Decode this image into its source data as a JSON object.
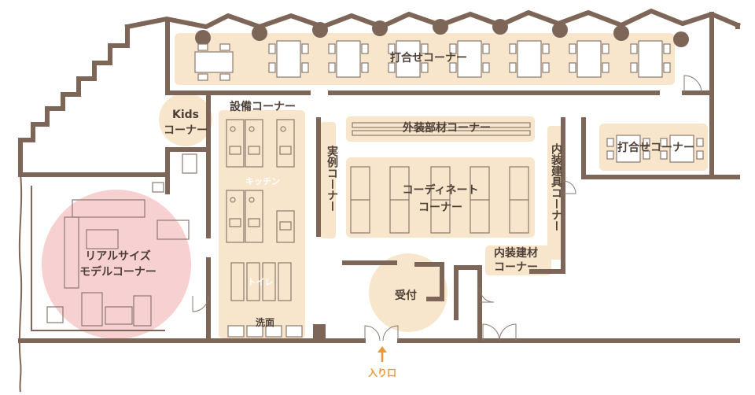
{
  "labels": {
    "meeting_top": "打合せコーナー",
    "meeting_right": "打合せコーナー",
    "kids_1": "Kids",
    "kids_2": "コーナー",
    "equipment": "設備コーナー",
    "kitchen": "キッチン",
    "toilet": "トイレ",
    "washroom": "洗面",
    "sample": "実例コーナー",
    "exterior": "外装部材コーナー",
    "coordinate_1": "コーディネート",
    "coordinate_2": "コーナー",
    "interior_fixtures": "内装建具コーナー",
    "interior_material_1": "内装建材",
    "interior_material_2": "コーナー",
    "reception": "受付",
    "model_1": "リアルサイズ",
    "model_2": "モデルコーナー",
    "entrance": "入り口"
  },
  "colors": {
    "zone": "#f8e6cc",
    "model_zone": "#f6c9c9",
    "wall": "#7d6658",
    "text": "#4e3f37",
    "entrance": "#e89a3a"
  },
  "icons": {
    "entrance_arrow": "arrow-up-icon",
    "columns": "column-dot-icon"
  }
}
